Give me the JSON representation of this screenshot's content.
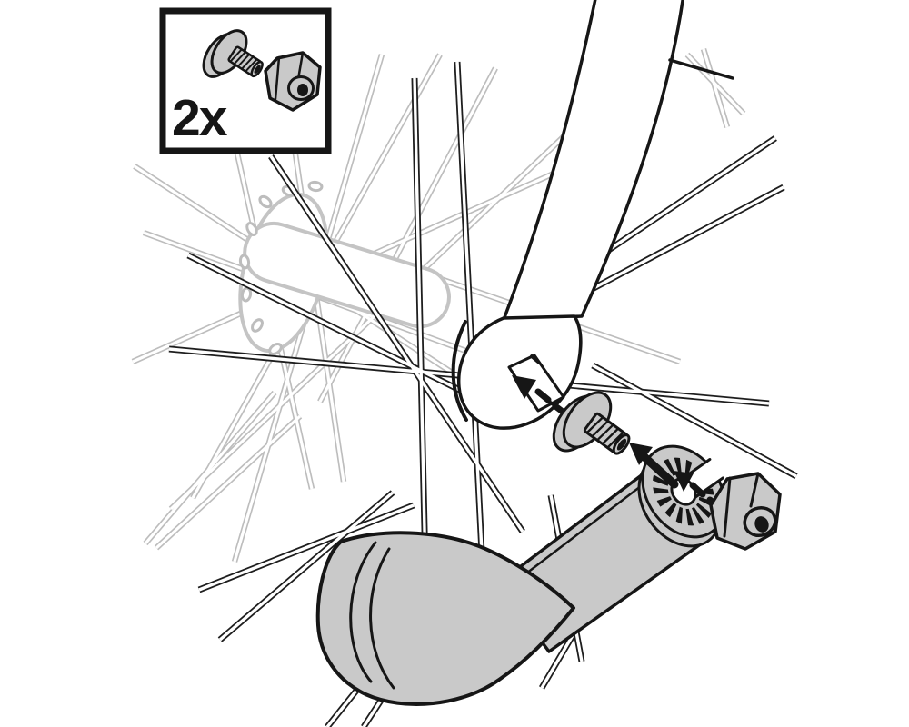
{
  "illustration": {
    "kind": "bicycle-axle-mounting-instruction",
    "background": "#ffffff",
    "colors": {
      "outline": "#161616",
      "part_fill": "#c9c9c9",
      "far_spoke": "#bdbdbd",
      "hub_line": "#c4c4c4",
      "arrow": "#161616"
    },
    "parts_box": {
      "quantity_label": "2x",
      "parts": [
        "flange-bolt-icon",
        "hex-nut-icon"
      ]
    },
    "components": [
      "wheel-spokes-far-side",
      "wheel-hub",
      "wheel-spokes-near-side",
      "fork-blade",
      "fork-dropout",
      "axle-stub",
      "flange-bolt",
      "mounting-arm",
      "serrated-clamp",
      "arm-foot-shield",
      "hex-nut"
    ],
    "arrows": [
      {
        "name": "axle-insertion-arrow",
        "style": "dashed",
        "direction": "up-left"
      },
      {
        "name": "bolt-insertion-arrow",
        "style": "solid",
        "direction": "up-left"
      },
      {
        "name": "nut-insertion-arrow",
        "style": "dashed",
        "direction": "up-left"
      }
    ]
  }
}
